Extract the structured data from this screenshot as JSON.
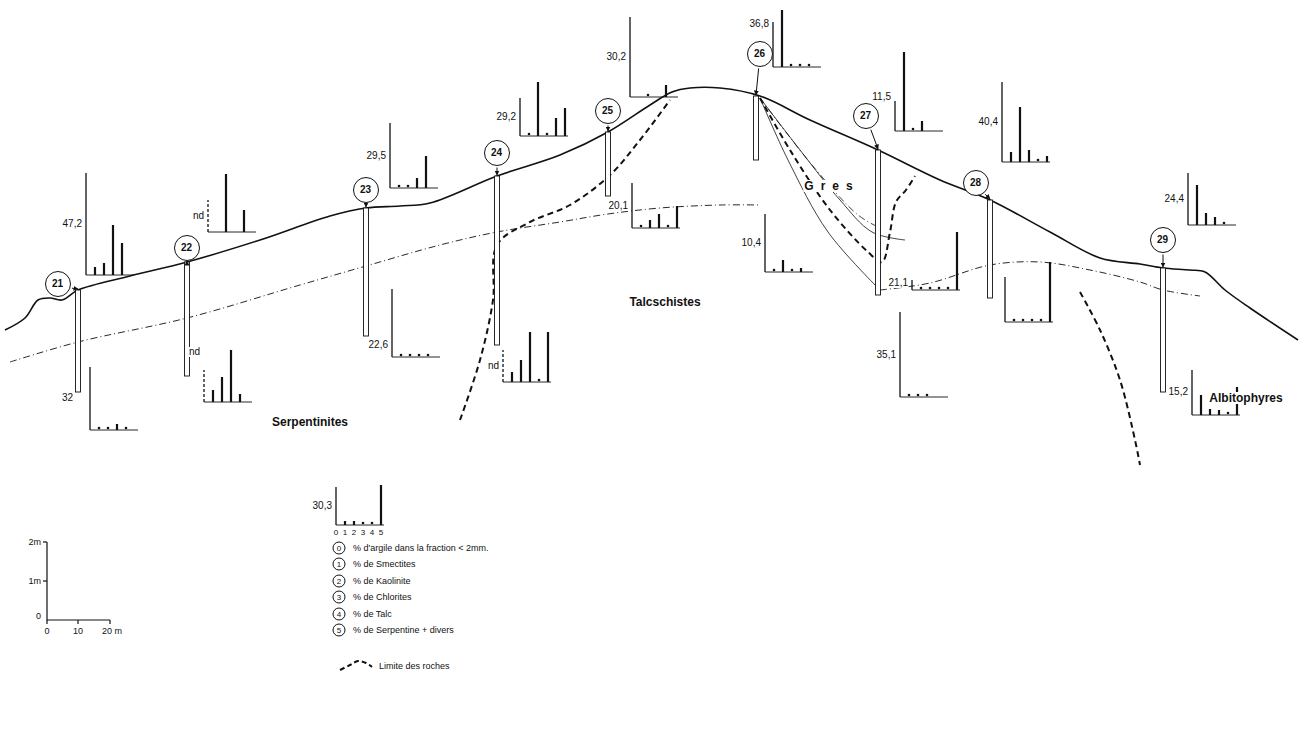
{
  "diagram": {
    "nodes": [
      {
        "text": [
          "21"
        ]
      },
      {
        "text": [
          "22"
        ]
      },
      {
        "text": [
          "23"
        ]
      },
      {
        "text": [
          "24"
        ]
      },
      {
        "text": [
          "25"
        ]
      },
      {
        "text": [
          "26"
        ]
      },
      {
        "text": [
          "27"
        ]
      },
      {
        "text": [
          "28"
        ]
      },
      {
        "text": [
          "29"
        ]
      }
    ],
    "labels": [
      "47,2",
      "32",
      "nd",
      "nd",
      "29,5",
      "22,6",
      "29,2",
      "nd",
      "30,2",
      "20,1",
      "36,8",
      "10,4",
      "11,5",
      "21,1",
      "35,1",
      "40,4",
      "24,4",
      "15,2",
      "Serpentinites",
      "Talcschistes",
      "Gres",
      "Albitophyres",
      "30,3",
      "0",
      "1",
      "2",
      "3",
      "4",
      "5",
      "0",
      "1",
      "2",
      "3",
      "4",
      "5",
      "2m",
      "1m",
      "0",
      "0",
      "10",
      "20 m"
    ],
    "legend": [
      {
        "text": "% d'argile dans la fraction < 2mm."
      },
      {
        "text": "% de Smectites"
      },
      {
        "text": "% de Kaolinite"
      },
      {
        "text": "% de Chlorites"
      },
      {
        "text": "% de Talc"
      },
      {
        "text": "% de Serpentine + divers"
      },
      {
        "text": "Limite des roches"
      }
    ]
  }
}
